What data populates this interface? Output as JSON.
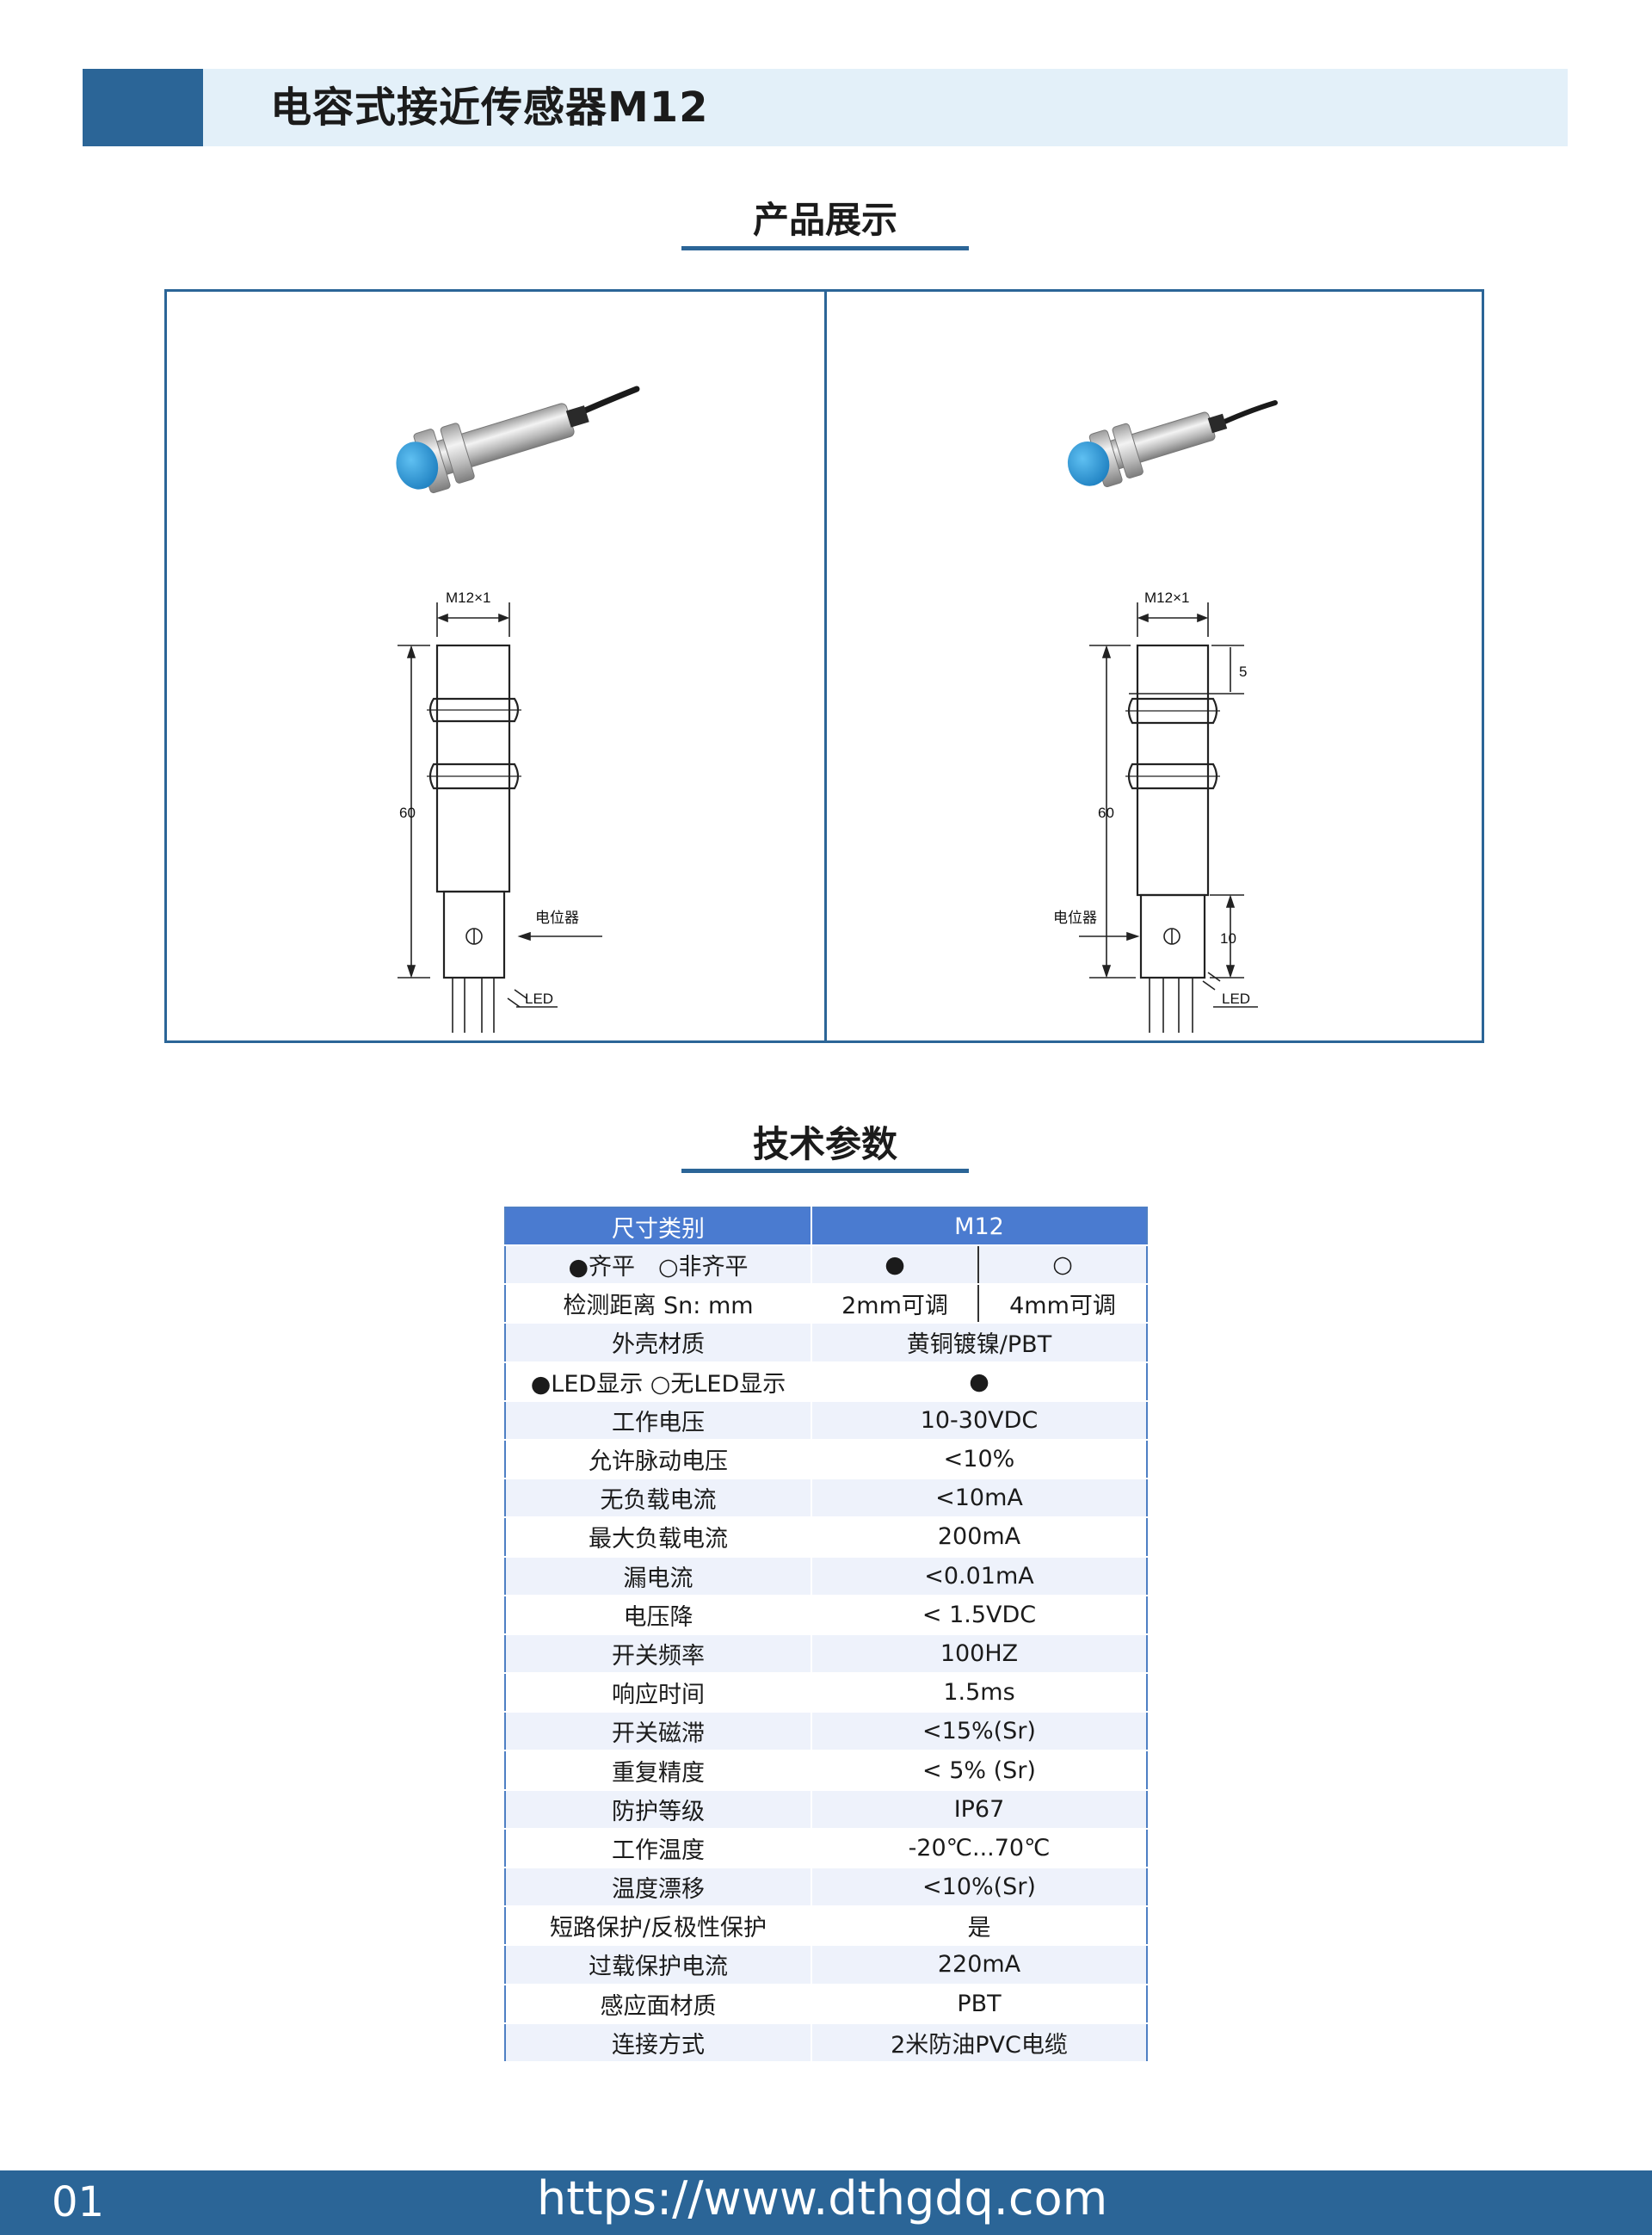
{
  "header": {
    "title": "电容式接近传感器M12"
  },
  "section_product": {
    "title": "产品展示"
  },
  "section_specs": {
    "title": "技术参数"
  },
  "drawing_left": {
    "thread": "M12×1",
    "length": "60",
    "pot": "电位器",
    "led": "LED"
  },
  "drawing_right": {
    "thread": "M12×1",
    "length": "60",
    "offset": "5",
    "tail": "10",
    "pot": "电位器",
    "led": "LED"
  },
  "specs": {
    "header": {
      "label": "尺寸类别",
      "value": "M12"
    },
    "mount_row": {
      "label": "●齐平　○非齐平",
      "left": "●",
      "right": "○"
    },
    "distance_row": {
      "label": "检测距离 Sn: mm",
      "left": "2mm可调",
      "right": "4mm可调"
    },
    "rows": [
      {
        "label": "外壳材质",
        "value": "黄铜镀镍/PBT"
      },
      {
        "label": "●LED显示 ○无LED显示",
        "value": "●"
      },
      {
        "label": "工作电压",
        "value": "10-30VDC"
      },
      {
        "label": "允许脉动电压",
        "value": "<10%"
      },
      {
        "label": "无负载电流",
        "value": "<10mA"
      },
      {
        "label": "最大负载电流",
        "value": "200mA"
      },
      {
        "label": "漏电流",
        "value": "<0.01mA"
      },
      {
        "label": "电压降",
        "value": "< 1.5VDC"
      },
      {
        "label": "开关频率",
        "value": "100HZ"
      },
      {
        "label": "响应时间",
        "value": "1.5ms"
      },
      {
        "label": "开关磁滞",
        "value": "<15%(Sr)"
      },
      {
        "label": "重复精度",
        "value": "< 5% (Sr)"
      },
      {
        "label": "防护等级",
        "value": "IP67"
      },
      {
        "label": "工作温度",
        "value": "-20℃...70℃"
      },
      {
        "label": "温度漂移",
        "value": "<10%(Sr)"
      },
      {
        "label": "短路保护/反极性保护",
        "value": "是"
      },
      {
        "label": "过载保护电流",
        "value": "220mA"
      },
      {
        "label": "感应面材质",
        "value": "PBT"
      },
      {
        "label": "连接方式",
        "value": "2米防油PVC电缆"
      }
    ]
  },
  "footer": {
    "page": "01",
    "url": "https://www.dthgdq.com"
  }
}
